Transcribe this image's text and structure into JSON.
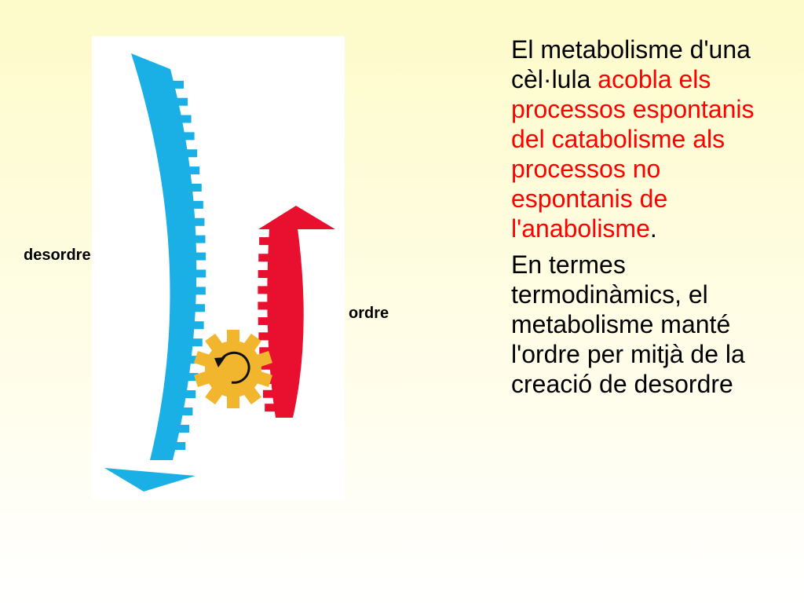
{
  "labels": {
    "left": "desordre",
    "right": "ordre"
  },
  "paragraph1": {
    "part1": "El metabolisme d'una cèl·lula ",
    "highlight1": "acobla els processos espontanis del catabolisme als processos no espontanis de l'anabolisme",
    "end": "."
  },
  "paragraph2": {
    "text": "En termes termodinàmics, el metabolisme manté l'ordre per mitjà de la creació de desordre"
  },
  "colors": {
    "catabolism_arrow": "#1ab0e6",
    "anabolism_arrow": "#e8102e",
    "gear": "#f2b62e",
    "highlight_text": "#ff0000"
  },
  "icons": {
    "gear": "gear-icon",
    "rotation": "rotation-arrow-icon"
  }
}
